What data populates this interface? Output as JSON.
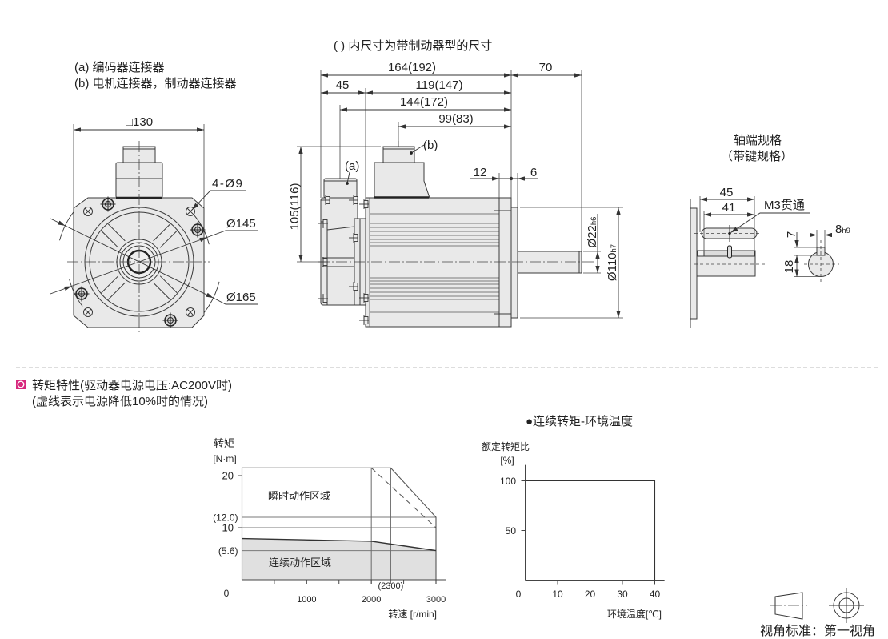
{
  "header": {
    "bracket_note": "( ) 内尺寸为带制动器型的尺寸",
    "connector_a_note": "(a) 编码器连接器",
    "connector_b_note": "(b) 电机连接器，制动器连接器"
  },
  "front_view": {
    "flange_square": "□130",
    "mount_holes": "4-Ø9",
    "dia_145": "Ø145",
    "dia_165": "Ø165"
  },
  "side_view": {
    "overall_length": "164(192)",
    "shaft_length": "70",
    "encoder_length": "45",
    "body_length": "119(147)",
    "connector_a_pos": "144(172)",
    "connector_b_pos": "99(83)",
    "height": "105(116)",
    "flange_thickness": "12",
    "spigot_length": "6",
    "shaft_dia": "Ø22",
    "shaft_tol": "h6",
    "spigot_dia": "Ø110",
    "spigot_tol": "h7",
    "label_a": "(a)",
    "label_b": "(b)"
  },
  "shaft_end": {
    "title": "轴端规格",
    "subtitle": "（带键规格）",
    "key_length": "45",
    "keyway_length": "41",
    "tap_note": "M3贯通",
    "key_height": "7",
    "keyway_depth": "18",
    "key_width": "8",
    "key_width_tol": "h9"
  },
  "torque_section": {
    "title": "转矩特性(驱动器电源电压:AC200V时)",
    "note": "(虚线表示电源降低10%时的情况)",
    "accent_color": "#d7287d"
  },
  "chart_data": [
    {
      "type": "area",
      "title": "",
      "ylabel": "转矩",
      "yunit": "[N·m]",
      "xlabel": "转速  [r/min]",
      "xlim": [
        0,
        3000
      ],
      "ylim": [
        0,
        21.5
      ],
      "origin_label": "0",
      "x_ticks": [
        500,
        1000,
        1500,
        2000,
        2500,
        3000
      ],
      "x_tick_labels": [
        {
          "value": 1000,
          "label": "1000"
        },
        {
          "value": 2000,
          "label": "2000"
        },
        {
          "value": 3000,
          "label": "3000"
        }
      ],
      "y_ticks": [
        {
          "value": 10,
          "label": "10"
        },
        {
          "value": 20,
          "label": "20"
        }
      ],
      "y_refs": [
        {
          "value": 12.0,
          "label": "(12.0)"
        },
        {
          "value": 5.6,
          "label": "(5.6)"
        }
      ],
      "hlines": [
        12.0,
        10,
        5.6
      ],
      "vlines": [
        2000,
        2300
      ],
      "x_refs": [
        {
          "value": 2300,
          "label": "(2300)"
        }
      ],
      "series": [
        {
          "name": "瞬时动作区域",
          "x": [
            0,
            2300,
            3000
          ],
          "y": [
            21.5,
            21.5,
            12.0
          ]
        },
        {
          "dashed": true,
          "x": [
            2000,
            3000
          ],
          "y": [
            21.5,
            10.0
          ]
        },
        {
          "name": "连续动作区域",
          "filled": true,
          "x": [
            0,
            2000,
            3000
          ],
          "y": [
            7.9,
            7.4,
            5.6
          ]
        }
      ],
      "colors": {
        "line": "#333333",
        "fill": "#e0e0e0"
      },
      "grid": false
    },
    {
      "type": "line",
      "title": "●连续转矩-环境温度",
      "ylabel": "额定转矩比",
      "yunit": "[%]",
      "xlabel": "环境温度[℃]",
      "xlim": [
        0,
        43
      ],
      "ylim": [
        0,
        116
      ],
      "origin_label": "0",
      "x_ticks": [
        {
          "value": 10,
          "label": "10"
        },
        {
          "value": 20,
          "label": "20"
        },
        {
          "value": 30,
          "label": "30"
        },
        {
          "value": 40,
          "label": "40"
        }
      ],
      "y_ticks": [
        {
          "value": 50,
          "label": "50"
        },
        {
          "value": 100,
          "label": "100"
        }
      ],
      "series": [
        {
          "x": [
            0,
            40,
            40
          ],
          "y": [
            100,
            100,
            0
          ]
        }
      ],
      "colors": {
        "line": "#333333"
      },
      "grid": false
    }
  ],
  "projection": {
    "label": "视角标准：第一视角"
  }
}
